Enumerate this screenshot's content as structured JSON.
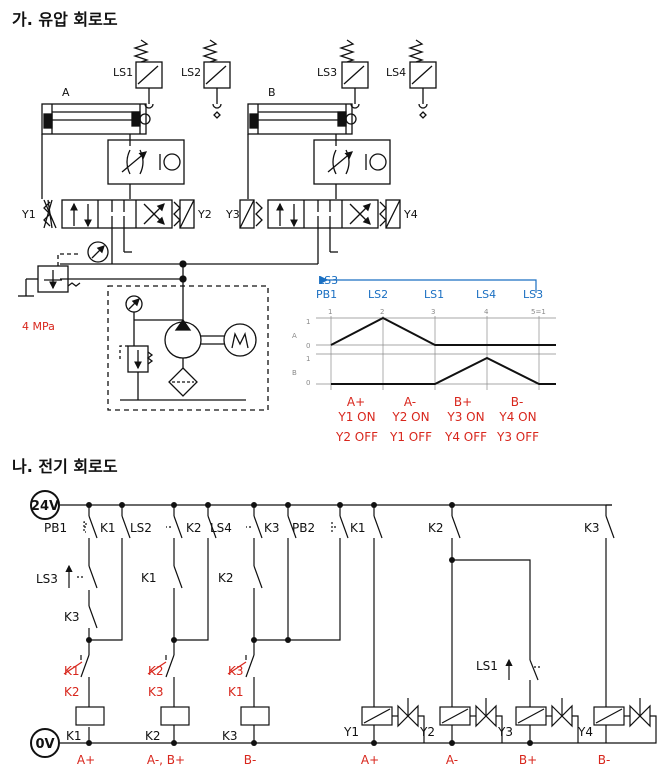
{
  "sections": {
    "hydraulic_title": "가. 유압 회로도",
    "electric_title": "나. 전기 회로도"
  },
  "hydraulic": {
    "cyl_a": "A",
    "cyl_b": "B",
    "ls1": "LS1",
    "ls2": "LS2",
    "ls3": "LS3",
    "ls4": "LS4",
    "y1": "Y1",
    "y2": "Y2",
    "y3": "Y3",
    "y4": "Y4",
    "relief_pressure": "4 MPa"
  },
  "timing": {
    "loop_label": "LS3",
    "step_signals": [
      "PB1",
      "LS2",
      "LS1",
      "LS4",
      "LS3"
    ],
    "step_numbers": [
      "1",
      "2",
      "3",
      "4",
      "5=1"
    ],
    "row_labels": [
      "A",
      "B"
    ],
    "level_labels": [
      "1",
      "0",
      "1",
      "0"
    ],
    "motions": [
      "A+",
      "A-",
      "B+",
      "B-"
    ],
    "actions_on": [
      "Y1 ON",
      "Y2 ON",
      "Y3 ON",
      "Y4 ON"
    ],
    "actions_off": [
      "Y2 OFF",
      "Y1 OFF",
      "Y4 OFF",
      "Y3 OFF"
    ]
  },
  "electric": {
    "supply_top": "24V",
    "supply_bottom": "0V",
    "pb1": "PB1",
    "pb2": "PB2",
    "ls1": "LS1",
    "ls2": "LS2",
    "ls3": "LS3",
    "ls4": "LS4",
    "k1": "K1",
    "k2": "K2",
    "k3": "K3",
    "y1": "Y1",
    "y2": "Y2",
    "y3": "Y3",
    "y4": "Y4",
    "interlock_struck": [
      "K1",
      "K2",
      "K3"
    ],
    "interlock_new": [
      "K2",
      "K3",
      "K1"
    ],
    "rung_actions": [
      "A+",
      "A-, B+",
      "B-",
      "A+",
      "A-",
      "B+",
      "B-"
    ]
  },
  "colors": {
    "line": "#111111",
    "red": "#d8261c",
    "blue": "#1a6fc2",
    "gray": "#8a8a8a"
  }
}
